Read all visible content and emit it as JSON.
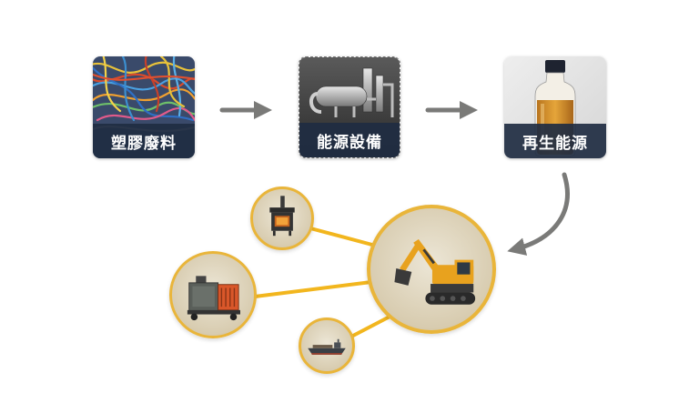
{
  "stages": [
    {
      "label": "塑膠廢料",
      "icon": "plastic-waste-icon"
    },
    {
      "label": "能源設備",
      "icon": "refinery-equipment-icon"
    },
    {
      "label": "再生能源",
      "icon": "fuel-bottle-icon"
    }
  ],
  "applications": [
    {
      "icon": "excavator-icon"
    },
    {
      "icon": "stove-icon"
    },
    {
      "icon": "generator-icon"
    },
    {
      "icon": "ship-icon"
    }
  ],
  "colors": {
    "label_background": "#202c42",
    "arrow": "#7a7a78",
    "connector": "#f2b61e",
    "bubble_border": "#e9b53a"
  }
}
